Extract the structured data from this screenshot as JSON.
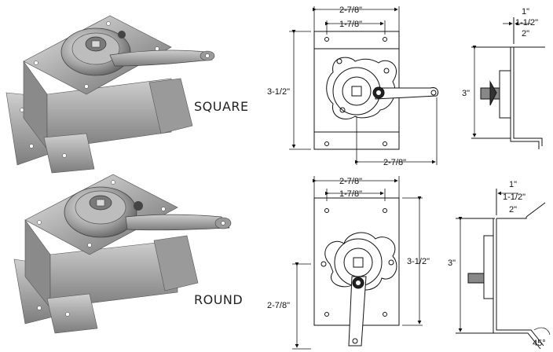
{
  "labels": {
    "square": "SQUARE",
    "round": "ROUND"
  },
  "square_front": {
    "overall_width": "2-7/8\"",
    "hole_spacing": "1-7/8\"",
    "height": "3-1/2\"",
    "offset": "2-7/8\""
  },
  "square_side": {
    "depth_1": "1\"",
    "depth_2": "1-1/2\"",
    "depth_3": "2\"",
    "height": "3\""
  },
  "round_front": {
    "overall_width": "2-7/8\"",
    "hole_spacing": "1-7/8\"",
    "height": "3-1/2\"",
    "offset": "2-7/8\""
  },
  "round_side": {
    "depth_1": "1\"",
    "depth_2": "1-1/2\"",
    "depth_3": "2\"",
    "height": "3\"",
    "angle": "45°"
  }
}
